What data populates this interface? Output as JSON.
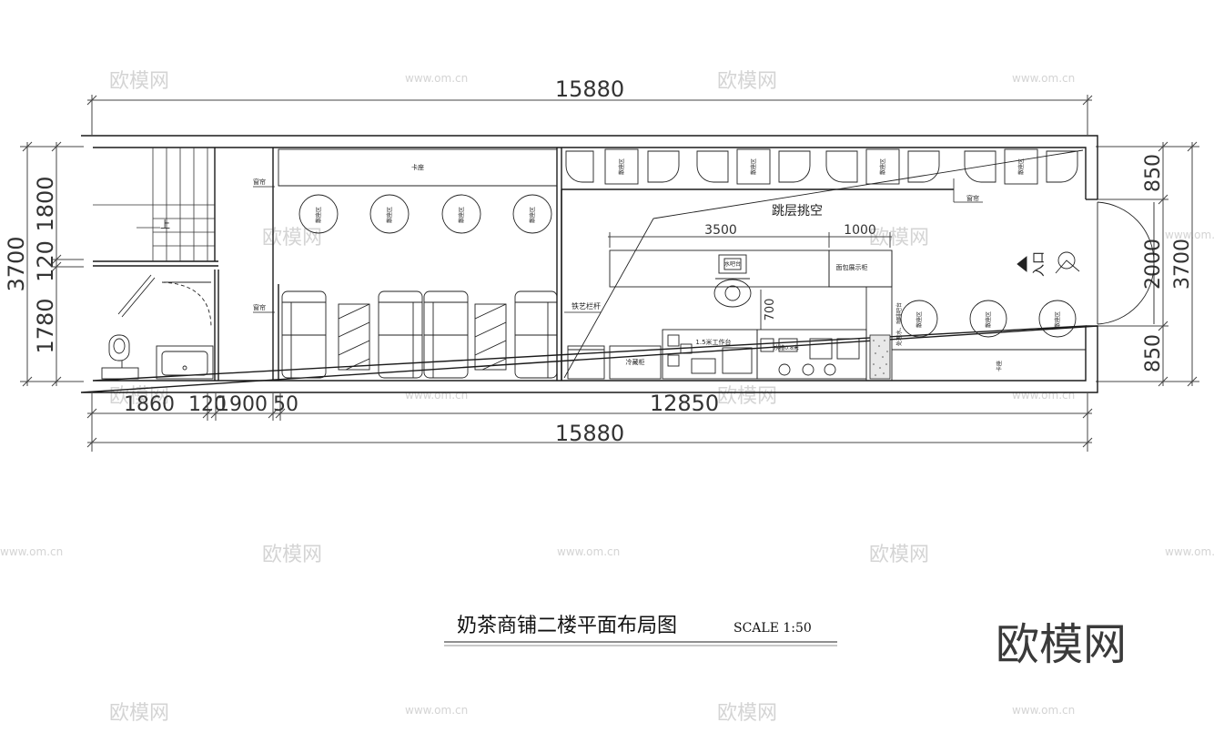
{
  "plan": {
    "title": "奶茶商铺二楼平面布局图",
    "scale": "SCALE 1:50"
  },
  "dimensions": {
    "top_total": "15880",
    "bottom_total": "15880",
    "bottom_segments": [
      "1860",
      "120",
      "1900",
      "50",
      "12850"
    ],
    "left_outer": "3700",
    "left_parts": [
      "1800",
      "120",
      "1780"
    ],
    "right_outer": "3700",
    "right_parts": [
      "850",
      "2000",
      "850"
    ],
    "counter_top_a": "3500",
    "counter_top_b": "1000",
    "counter_depth": "700"
  },
  "labels": {
    "void": "跳层挑空",
    "entrance": "入口",
    "stairs_up": "上",
    "bench_top": "卡座",
    "bench_bottom_right": "卡座",
    "railing": "铁艺栏杆",
    "water_bar": "水吧台",
    "bread_display": "面包展示柜",
    "small_table": "散座区",
    "curtain_a": "窗帘",
    "curtain_b": "窗帘",
    "curtain_c": "窗帘",
    "cold_store": "冷藏柜",
    "workbench": "1.5米工作台",
    "sink": "水槽0.8米",
    "water_note": "处理水、咖啡吧台"
  },
  "watermark": {
    "brand": "欧模网",
    "url": "www.om.cn"
  },
  "colors": {
    "line": "#1a1a1a",
    "watermark": "#d4d4d4"
  }
}
